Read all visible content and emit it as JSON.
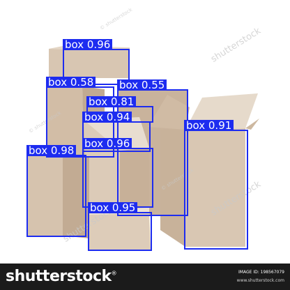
{
  "detections": [
    {
      "label": "box 0.96"
    },
    {
      "label": "box 0.58"
    },
    {
      "label": "box 0.55"
    },
    {
      "label": "box 0.81"
    },
    {
      "label": "box 0.94"
    },
    {
      "label": "box 0.91"
    },
    {
      "label": "box 0.96"
    },
    {
      "label": "box 0.98"
    },
    {
      "label": "box 0.95"
    }
  ],
  "watermark": {
    "text": "shutterstock",
    "small_text": "© shutterstock"
  },
  "footer": {
    "brand": "shutterstock",
    "brand_mark": "®",
    "image_id": "IMAGE ID: 198567079",
    "site": "www.shutterstock.com"
  },
  "colors": {
    "box_outline": "#1d2cf0",
    "footer_bg": "#1b1b1b"
  }
}
